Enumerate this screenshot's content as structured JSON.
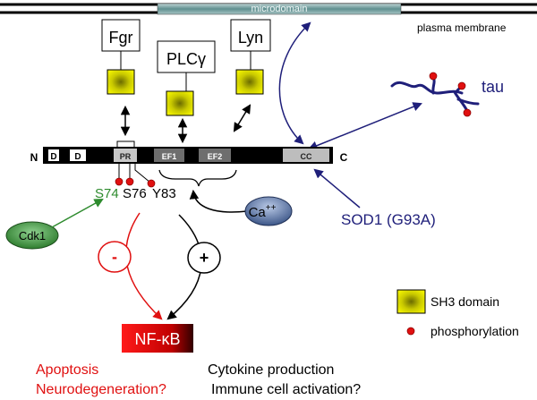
{
  "membrane": {
    "microdomain_label": "microdomain",
    "plasma_membrane_label": "plasma membrane"
  },
  "partners": {
    "fgr": "Fgr",
    "plcg": "PLCγ",
    "lyn": "Lyn",
    "tau": "tau"
  },
  "protein": {
    "n_term": "N",
    "c_term": "C",
    "d1": "D",
    "d2": "D",
    "pr": "PR",
    "ef1": "EF1",
    "ef2": "EF2",
    "cc": "CC"
  },
  "sites": {
    "s74": "S74",
    "s76": "S76",
    "y83": "Y83"
  },
  "regulators": {
    "cdk1": "Cdk1",
    "ca_base": "Ca",
    "ca_sup": "++",
    "sod1": "SOD1 (G93A)"
  },
  "effects": {
    "negative_sign": "-",
    "positive_sign": "+",
    "nfkb": "NF-κB",
    "apoptosis": "Apoptosis",
    "neurodegeneration": "Neurodegeneration?",
    "cytokine": "Cytokine production",
    "immune": "Immune cell activation?"
  },
  "legend": {
    "sh3": "SH3 domain",
    "phospho": "phosphorylation"
  },
  "colors": {
    "navy": "#1f1f7a",
    "green": "#2e8b2e",
    "red": "#e01010",
    "sh3_fill": "#e6e600"
  }
}
